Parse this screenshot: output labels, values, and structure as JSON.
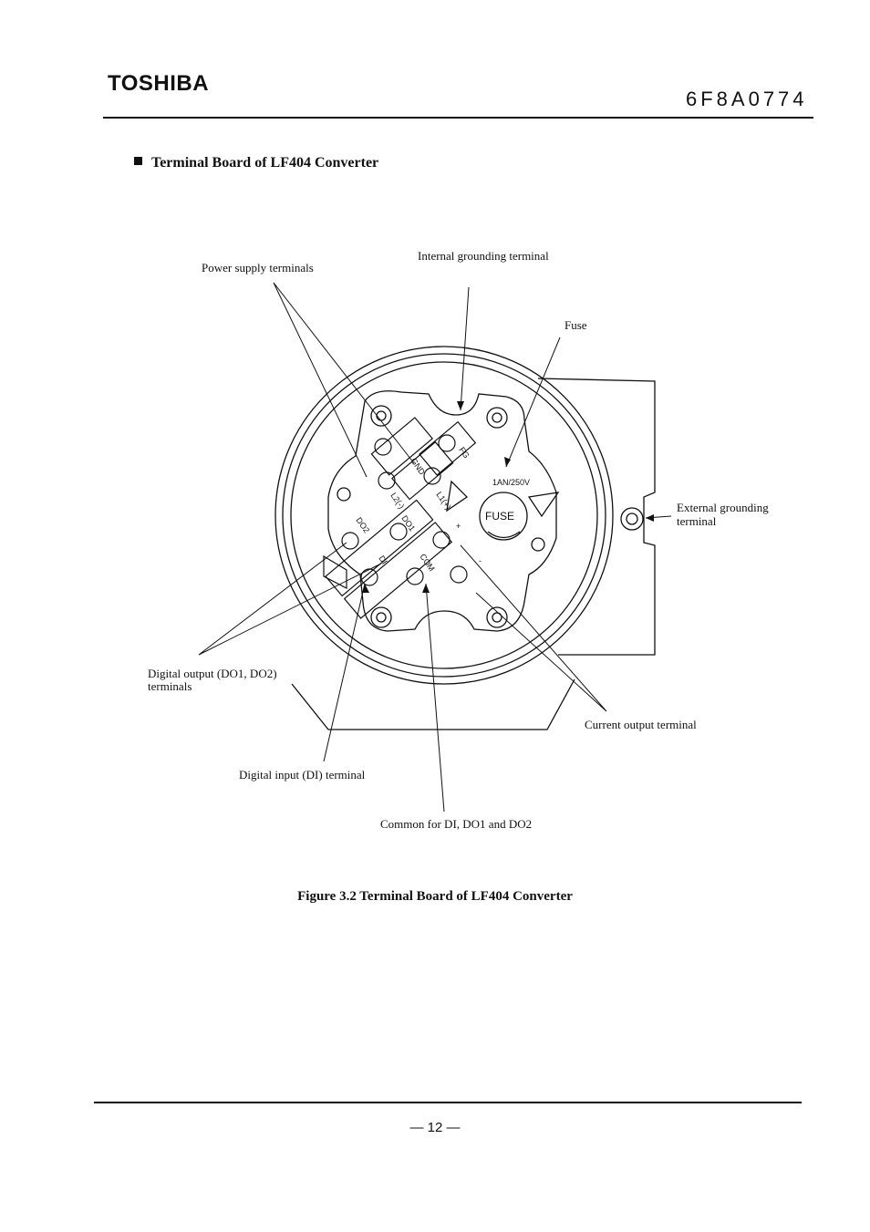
{
  "header": {
    "brand": "TOSHIBA",
    "doc_code": "6F8A0774"
  },
  "section": {
    "title": "Terminal Board of LF404 Converter"
  },
  "figure": {
    "labels": {
      "power_supply": "Power supply terminals",
      "internal_ground": "Internal grounding   terminal",
      "fuse": "Fuse",
      "external_ground_1": "External grounding",
      "external_ground_2": "terminal",
      "digital_output_1": "Digital output (DO1, DO2)",
      "digital_output_2": "terminals",
      "current_output": "Current output terminal",
      "digital_input": "Digital input (DI) terminal",
      "common": "Common for DI, DO1 and DO2"
    },
    "board_marks": {
      "fuse_rating": "1AN/250V",
      "fuse_text": "FUSE",
      "gnd": "GND",
      "fg": "FG",
      "l1": "L1(+)",
      "l2": "L2(-)",
      "do2": "DO2",
      "do1": "DO1",
      "di": "DI",
      "com": "COM",
      "plus": "+",
      "minus": "-"
    },
    "caption": "Figure 3.2 Terminal Board of LF404 Converter"
  },
  "footer": {
    "page": "—   12   —"
  }
}
